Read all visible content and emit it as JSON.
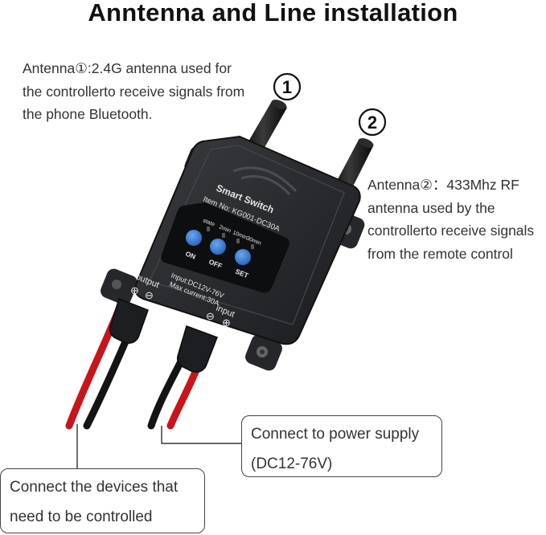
{
  "title": "Anntenna and Line installation",
  "antenna1": {
    "number": "1",
    "lines": [
      "Antenna①:2.4G antenna used for",
      "the controllerto receive signals from",
      "the phone Bluetooth."
    ]
  },
  "antenna2": {
    "number": "2",
    "lines": [
      "Antenna②：433Mhz RF",
      "antenna used by the",
      "controllerto receive signals",
      "from the remote control"
    ]
  },
  "device": {
    "name": "Smart Switch",
    "item_no": "Item No: KG001-DC30A",
    "indicators": [
      "state",
      "2min",
      "10min",
      "30min"
    ],
    "buttons": [
      "ON",
      "OFF",
      "SET"
    ],
    "specs": [
      "Input:DC12V-76V",
      "Max current:30A"
    ],
    "output_label": "output",
    "input_label": "input",
    "plus_symbol": "⊕",
    "minus_symbol": "⊖"
  },
  "callouts": {
    "power_supply": [
      "Connect to power supply",
      "(DC12-76V)"
    ],
    "devices": [
      "Connect the devices that",
      "need to be controlled"
    ]
  },
  "colors": {
    "device_body": "#222326",
    "button_blue": "#3a7fd5",
    "wire_red": "#c8141b",
    "wire_black": "#141414"
  }
}
